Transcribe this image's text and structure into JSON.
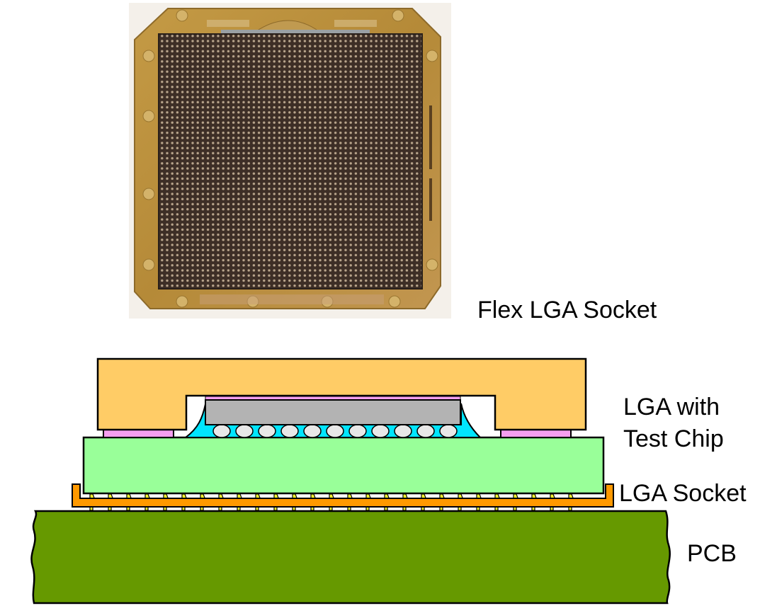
{
  "photo": {
    "caption": "Flex LGA Socket",
    "description": "Photograph of flex LGA socket with dense contact grid in gold frame",
    "colors": {
      "frame": "#b8913a",
      "grid_bg": "#3a2c24",
      "contact": "#b7a28a"
    }
  },
  "diagram": {
    "labels": {
      "lga_with_test_chip_line1": "LGA with",
      "lga_with_test_chip_line2": "Test Chip",
      "lga_socket": "LGA Socket",
      "pcb": "PCB"
    },
    "colors": {
      "lid": "#ffcc66",
      "adhesive_pad": "#f59ef0",
      "die": "#b3b3b3",
      "underfill": "#00e5ff",
      "solder_bump": "#e8e8e8",
      "substrate": "#99ff99",
      "socket": "#ff9900",
      "contact": "#ffff33",
      "pcb": "#669900",
      "outline": "#000000"
    },
    "solder_bump_count": 11,
    "socket_contact_count": 27
  }
}
